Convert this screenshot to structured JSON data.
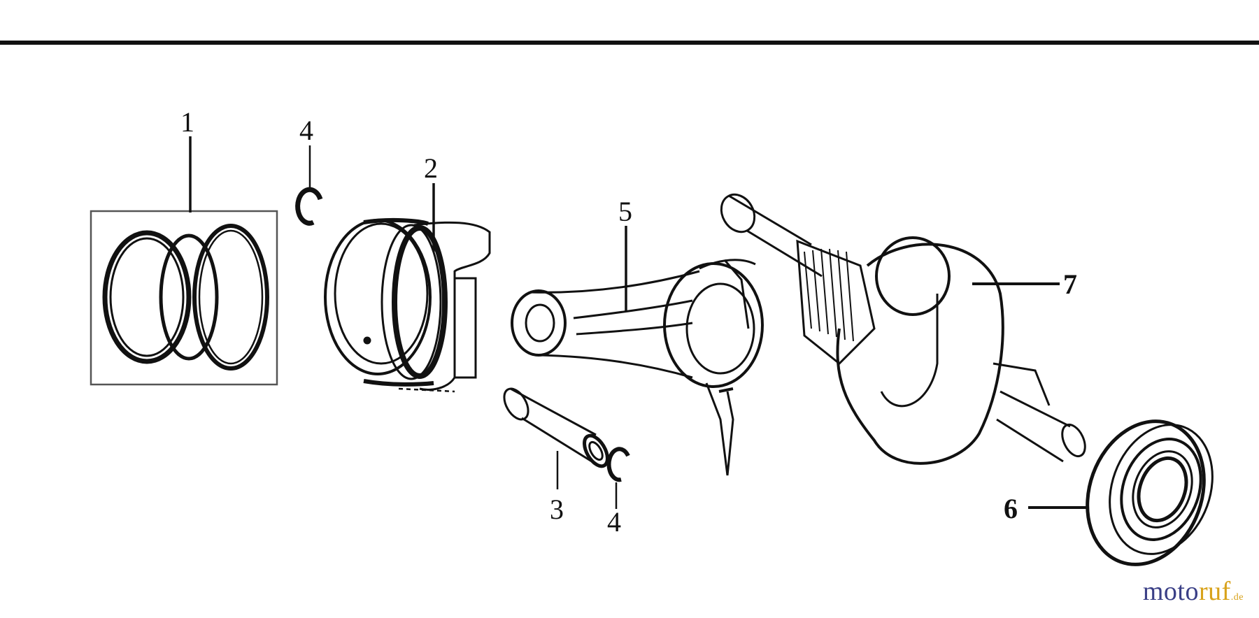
{
  "labels": {
    "piston_rings": "1",
    "piston": "2",
    "piston_pin": "3",
    "circlip_top": "4",
    "circlip_bottom": "4",
    "connecting_rod": "5",
    "bearing": "6",
    "crankshaft": "7"
  },
  "watermark": {
    "text_a": "moto",
    "text_b": "ruf",
    "suffix": ".de",
    "color_a": "#3a3f86",
    "color_b": "#d8a21a"
  },
  "colors": {
    "line": "#111111",
    "background": "#ffffff"
  }
}
